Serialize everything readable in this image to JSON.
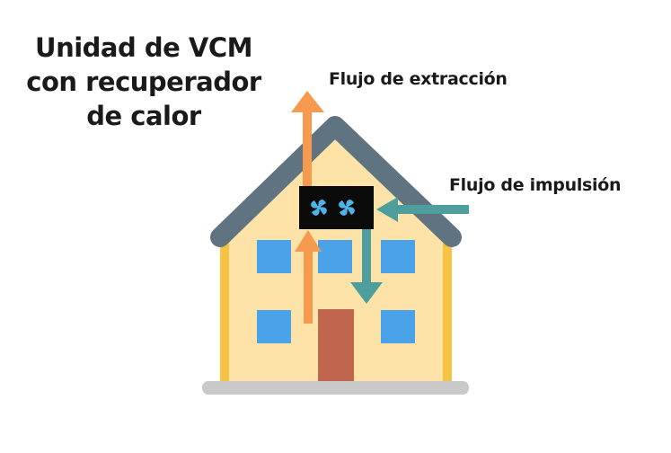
{
  "title": {
    "line1": "Unidad de VCM",
    "line2": "con recuperador",
    "line3": "de calor"
  },
  "labels": {
    "extraction": "Flujo de extracción",
    "supply": "Flujo de impulsión"
  },
  "colors": {
    "wall": "#fde3a7",
    "wall_edge": "#f6c344",
    "roof": "#5f7480",
    "window": "#4aa3e8",
    "door": "#c0654e",
    "ground": "#c9c9c9",
    "unit": "#0b0b0b",
    "fan": "#4fb3e8",
    "extraction_arrow": "#f69a4f",
    "supply_arrow": "#4e9e9d"
  },
  "icons": {
    "fan": "fan-icon",
    "arrow": "arrow-icon"
  }
}
